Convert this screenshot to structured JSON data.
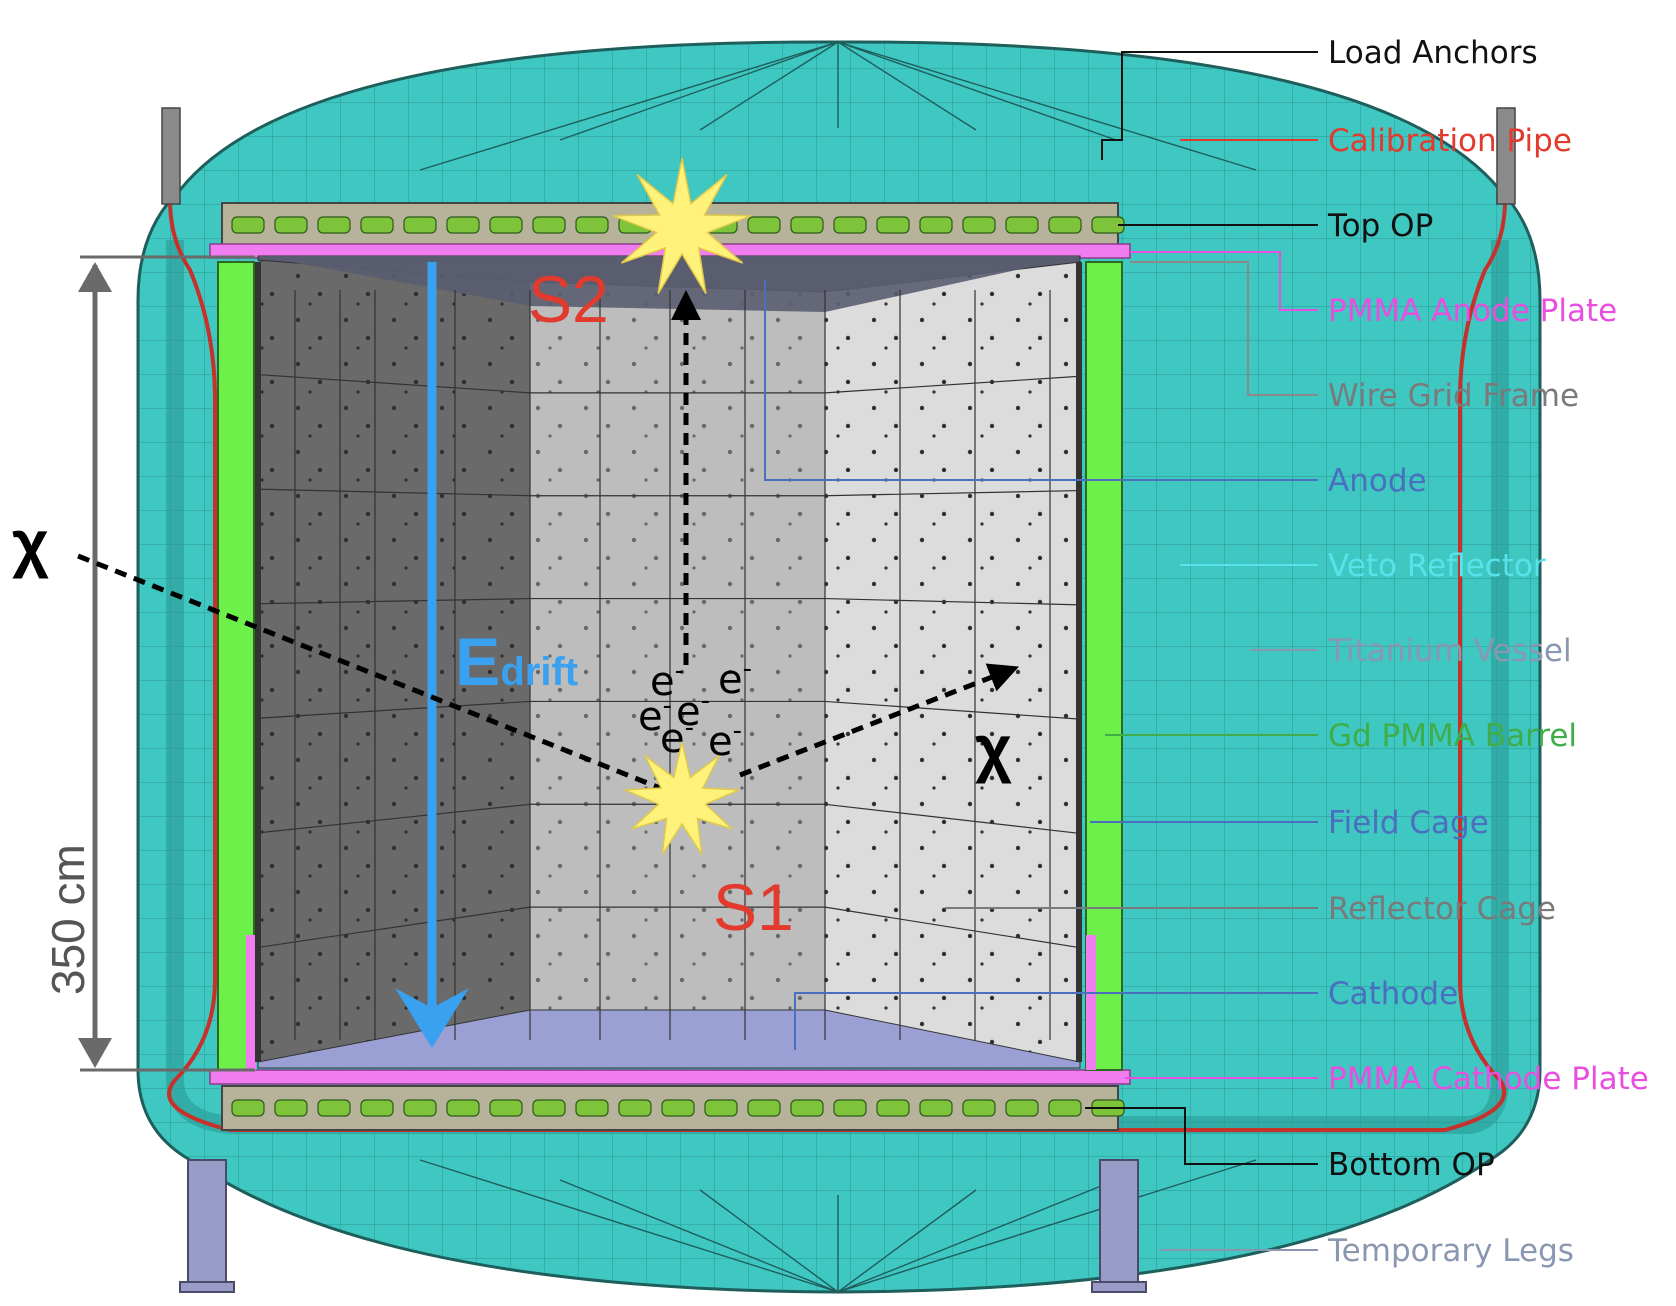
{
  "labels": [
    {
      "text": "Load Anchors",
      "color": "#111111"
    },
    {
      "text": "Calibration Pipe",
      "color": "#e23a2d"
    },
    {
      "text": "Top OP",
      "color": "#111111"
    },
    {
      "text": "PMMA Anode Plate",
      "color": "#e84fe0"
    },
    {
      "text": "Wire Grid Frame",
      "color": "#7a7a7a"
    },
    {
      "text": "Anode",
      "color": "#4a6fbf"
    },
    {
      "text": "Veto Reflector",
      "color": "#57e3ea"
    },
    {
      "text": "Titanium Vessel",
      "color": "#8a97b0"
    },
    {
      "text": "Gd PMMA Barrel",
      "color": "#3fae4a"
    },
    {
      "text": "Field Cage",
      "color": "#4a6fbf"
    },
    {
      "text": "Reflector Cage",
      "color": "#7a7a7a"
    },
    {
      "text": "Cathode",
      "color": "#4a6fbf"
    },
    {
      "text": "PMMA Cathode Plate",
      "color": "#e84fe0"
    },
    {
      "text": "Bottom OP",
      "color": "#111111"
    },
    {
      "text": "Temporary Legs",
      "color": "#8a97b0"
    }
  ],
  "annotations": {
    "dimension": "350 cm",
    "s1": "S1",
    "s2": "S2",
    "e_main": "E",
    "e_sub": "drift",
    "chi": "χ",
    "electron": "e",
    "electron_charge": "-"
  },
  "colors": {
    "vessel": "#3fc7c2",
    "vessel_dark": "#2a9a95",
    "barrel": "#6ef04a",
    "pmma": "#f07cf0",
    "cathode": "#9aa0d4",
    "field_arrow": "#3aa0f0",
    "signal": "#e23a2d",
    "flash": "#fff27a",
    "pipe": "#c8302a"
  }
}
